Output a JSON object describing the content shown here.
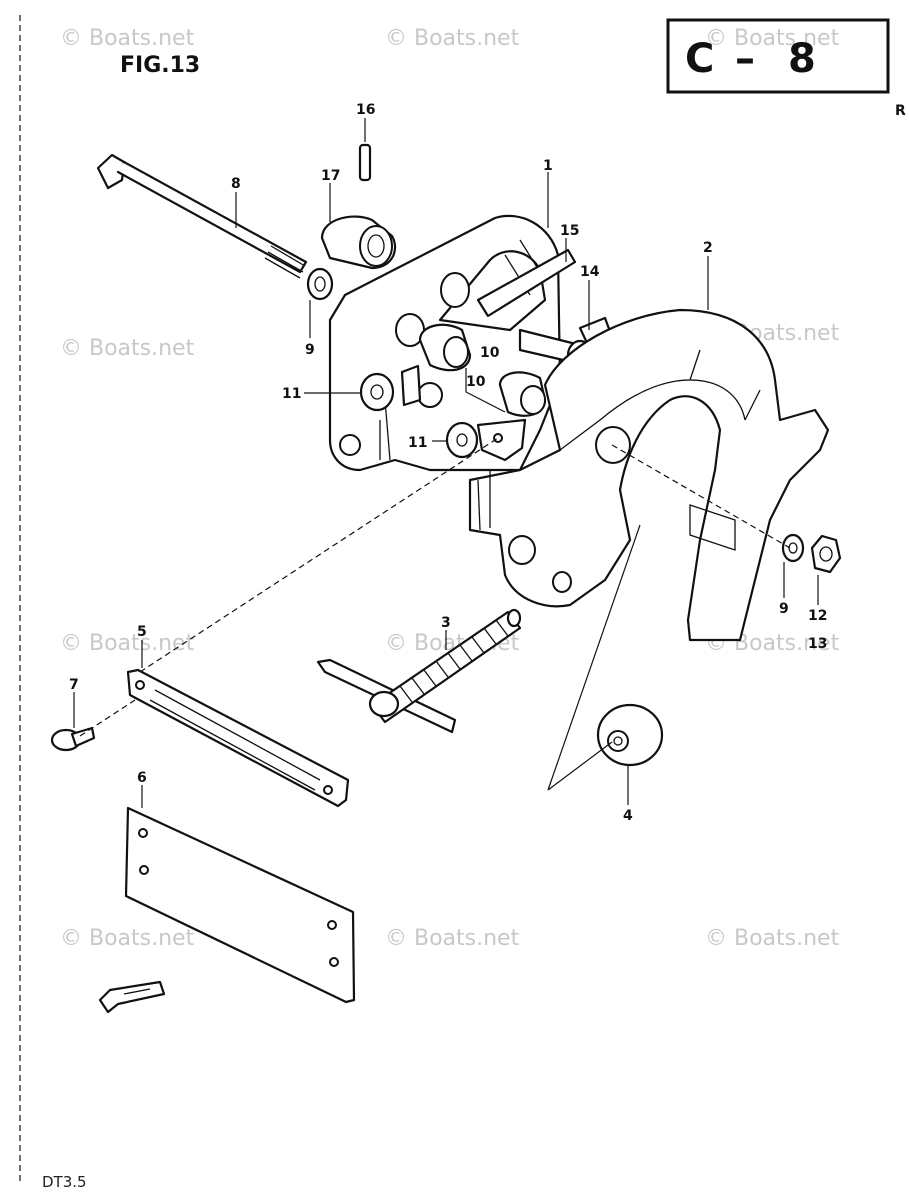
{
  "figure": {
    "title": "FIG.13",
    "page_code": {
      "letter": "C",
      "dash": "–",
      "number": "8"
    },
    "edge_fragment": "R",
    "model": "DT3.5"
  },
  "watermark": "© Boats.net",
  "callouts": [
    {
      "id": "1",
      "label": "1"
    },
    {
      "id": "2",
      "label": "2"
    },
    {
      "id": "3",
      "label": "3"
    },
    {
      "id": "4",
      "label": "4"
    },
    {
      "id": "5",
      "label": "5"
    },
    {
      "id": "6",
      "label": "6"
    },
    {
      "id": "7",
      "label": "7"
    },
    {
      "id": "8",
      "label": "8"
    },
    {
      "id": "9a",
      "label": "9"
    },
    {
      "id": "9b",
      "label": "9"
    },
    {
      "id": "10a",
      "label": "10"
    },
    {
      "id": "10b",
      "label": "10"
    },
    {
      "id": "11a",
      "label": "11"
    },
    {
      "id": "11b",
      "label": "11"
    },
    {
      "id": "12",
      "label": "12"
    },
    {
      "id": "13",
      "label": "13"
    },
    {
      "id": "14",
      "label": "14"
    },
    {
      "id": "15",
      "label": "15"
    },
    {
      "id": "16",
      "label": "16"
    },
    {
      "id": "17",
      "label": "17"
    }
  ]
}
